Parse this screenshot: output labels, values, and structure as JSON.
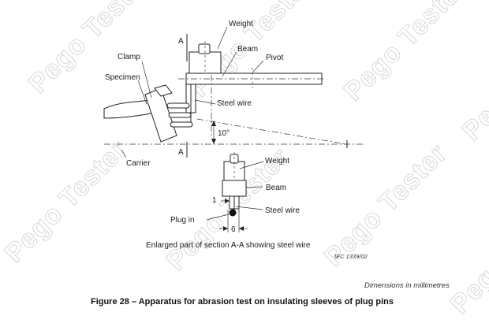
{
  "watermark": "Pego Tester",
  "labels": {
    "weight_top": "Weight",
    "beam_top": "Beam",
    "pivot": "Pivot",
    "clamp": "Clamp",
    "specimen": "Specimen",
    "steel_wire_top": "Steel wire",
    "angle": "10°",
    "section_a_top": "A",
    "section_a_bottom": "A",
    "carrier": "Carrier",
    "weight_detail": "Weight",
    "beam_detail": "Beam",
    "steel_wire_detail": "Steel wire",
    "plug_in": "Plug in",
    "dim_1": "1",
    "dim_6": "6",
    "detail_caption": "Enlarged part of section A-A showing steel wire"
  },
  "reference": "IEC   1339/02",
  "units_note": "Dimensions in millimetres",
  "caption": "Figure 28 – Apparatus for abrasion test on insulating sleeves of plug pins"
}
